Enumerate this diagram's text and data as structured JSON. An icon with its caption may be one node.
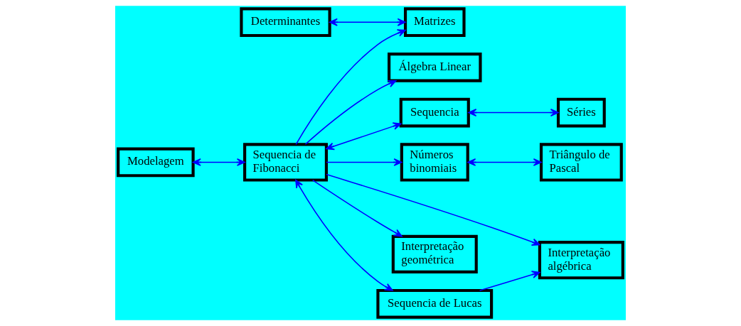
{
  "diagram": {
    "nodes": [
      {
        "text": [
          "Matrizes"
        ]
      },
      {
        "text": [
          "Determinantes"
        ]
      },
      {
        "text": [
          "Séries"
        ]
      },
      {
        "text": [
          "Sequencia"
        ]
      },
      {
        "text": [
          "Modelagem"
        ]
      },
      {
        "text": [
          "Sequencia de Fibonacci"
        ]
      },
      {
        "text": [
          "Interpretação algébrica"
        ]
      },
      {
        "text": [
          "Números binomiais"
        ]
      },
      {
        "text": [
          "Interpretação geométrica"
        ]
      },
      {
        "text": [
          "Sequencia de Lucas"
        ]
      },
      {
        "text": [
          "Triângulo de Pascal"
        ]
      },
      {
        "text": [
          "Álgebra Linear"
        ]
      }
    ],
    "edges": [
      {
        "from": 1,
        "to": 0,
        "arrow": "both"
      },
      {
        "from": 5,
        "to": 0,
        "arrow": "to"
      },
      {
        "from": 5,
        "to": 3,
        "arrow": "both"
      },
      {
        "from": 3,
        "to": 2,
        "arrow": "both"
      },
      {
        "from": 4,
        "to": 5,
        "arrow": "both"
      },
      {
        "from": 5,
        "to": 6,
        "arrow": "to"
      },
      {
        "from": 5,
        "to": 7,
        "arrow": "to"
      },
      {
        "from": 5,
        "to": 8,
        "arrow": "to"
      },
      {
        "from": 5,
        "to": 9,
        "arrow": "both"
      },
      {
        "from": 9,
        "to": 6,
        "arrow": "to"
      },
      {
        "from": 5,
        "to": 11,
        "arrow": "to"
      },
      {
        "from": 7,
        "to": 10,
        "arrow": "both"
      }
    ]
  }
}
